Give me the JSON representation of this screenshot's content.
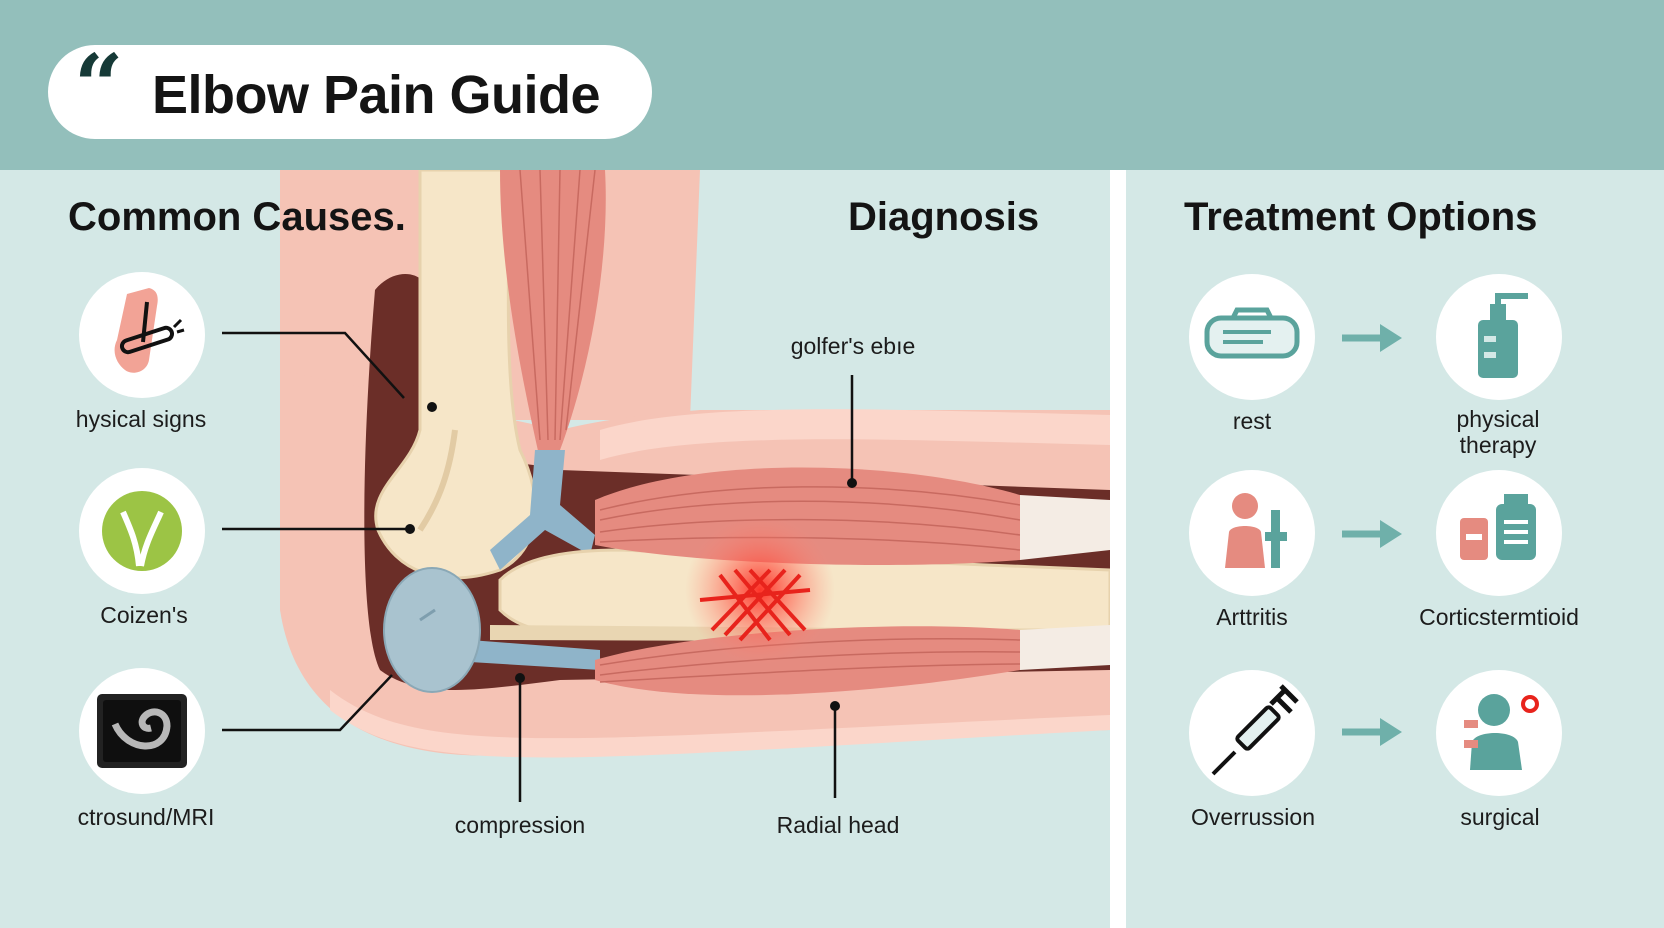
{
  "header": {
    "title": "Elbow Pain Guide"
  },
  "sections": {
    "causes": "Common Causes.",
    "diagnosis": "Diagnosis",
    "treatment": "Treatment Options"
  },
  "causes": [
    {
      "label": "hysical signs",
      "icon": "arm-pain-icon"
    },
    {
      "label": "Coizen's",
      "icon": "leaf-icon"
    },
    {
      "label": "ctrosund/MRI",
      "icon": "ultrasound-monitor-icon"
    }
  ],
  "diagram_labels": {
    "golfers": "golfer's ebıe",
    "compression": "compression",
    "radial_head": "Radial head"
  },
  "treatments": [
    {
      "from": {
        "label": "rest",
        "icon": "ice-pack-icon"
      },
      "to": {
        "label_lines": [
          "physical",
          "therapy"
        ],
        "icon": "pump-bottle-icon"
      }
    },
    {
      "from": {
        "label": "Arttritis",
        "icon": "person-pain-icon"
      },
      "to": {
        "label": "Corticstermtioid",
        "icon": "medication-icon"
      }
    },
    {
      "from": {
        "label": "Overrussion",
        "icon": "syringe-icon"
      },
      "to": {
        "label": "surgical",
        "icon": "surgeon-icon"
      }
    }
  ],
  "colors": {
    "header_bg": "#93bfbb",
    "panel_bg": "#d4e8e6",
    "teal_accent": "#5aa39c",
    "muscle": "#e58b80",
    "bone": "#f6e6c8",
    "skin": "#f5c3b5",
    "inflammation": "#e8231c"
  }
}
